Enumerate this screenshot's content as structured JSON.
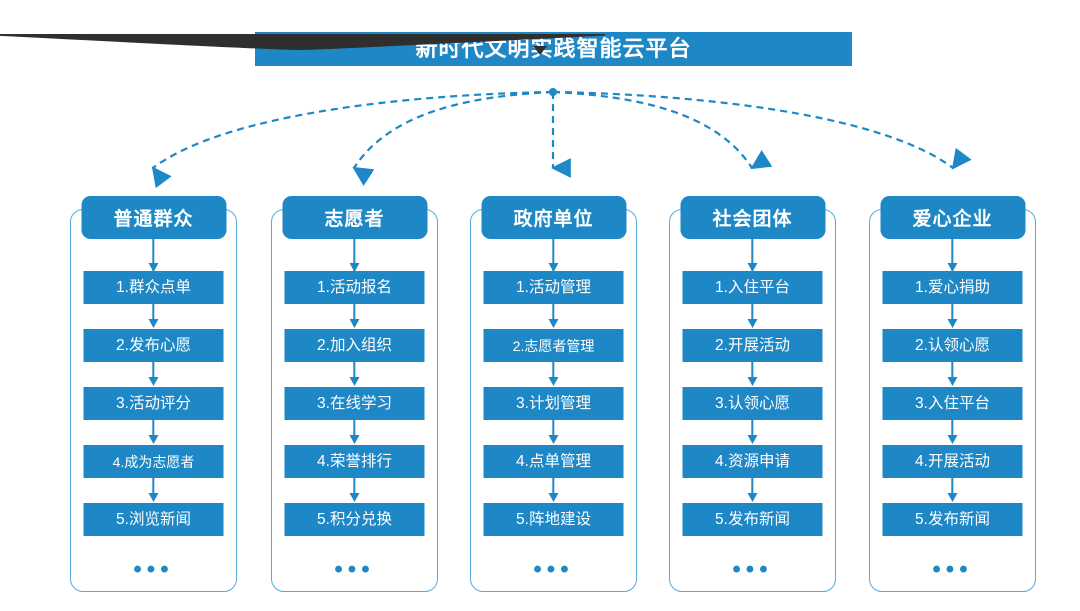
{
  "title": {
    "text": "新时代文明实践智能云平台",
    "bar_color": "#1e87c6",
    "ribbon_color": "#2f2f2f",
    "text_color": "#ffffff"
  },
  "theme": {
    "accent": "#1e87c6",
    "frame_border": "#59a9d8",
    "connector": "#1e87c6",
    "background": "#ffffff"
  },
  "dots_label": "•••",
  "columns": [
    {
      "header": "普通群众",
      "items": [
        {
          "label": "1.群众点单"
        },
        {
          "label": "2.发布心愿"
        },
        {
          "label": "3.活动评分"
        },
        {
          "label": "4.成为志愿者"
        },
        {
          "label": "5.浏览新闻"
        }
      ]
    },
    {
      "header": "志愿者",
      "items": [
        {
          "label": "1.活动报名"
        },
        {
          "label": "2.加入组织"
        },
        {
          "label": "3.在线学习"
        },
        {
          "label": "4.荣誉排行"
        },
        {
          "label": "5.积分兑换"
        }
      ]
    },
    {
      "header": "政府单位",
      "items": [
        {
          "label": "1.活动管理"
        },
        {
          "label": "2.志愿者管理"
        },
        {
          "label": "3.计划管理"
        },
        {
          "label": "4.点单管理"
        },
        {
          "label": "5.阵地建设"
        }
      ]
    },
    {
      "header": "社会团体",
      "items": [
        {
          "label": "1.入住平台"
        },
        {
          "label": "2.开展活动"
        },
        {
          "label": "3.认领心愿"
        },
        {
          "label": "4.资源申请"
        },
        {
          "label": "5.发布新闻"
        }
      ]
    },
    {
      "header": "爱心企业",
      "items": [
        {
          "label": "1.爱心捐助"
        },
        {
          "label": "2.认领心愿"
        },
        {
          "label": "3.入住平台"
        },
        {
          "label": "4.开展活动"
        },
        {
          "label": "5.发布新闻"
        }
      ]
    }
  ]
}
